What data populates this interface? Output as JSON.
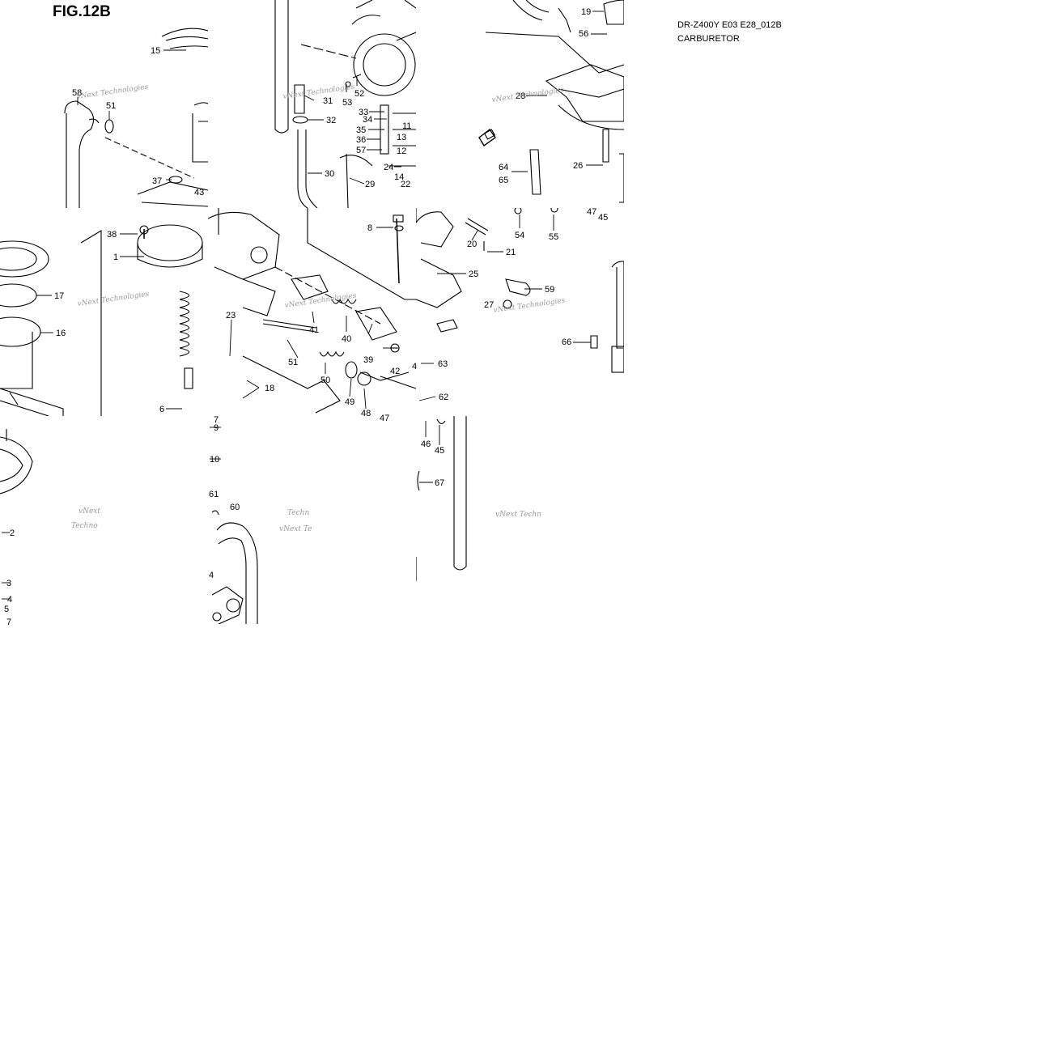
{
  "figure": {
    "title": "FIG.12B",
    "model_code": "DR-Z400Y E03 E28_012B",
    "name": "CARBURETOR"
  },
  "watermark": {
    "text": "vNext Technologies",
    "fragments": [
      "vNext",
      "Techn",
      "vNext Techn",
      "Techno",
      "vNext Te"
    ]
  },
  "labels": [
    "58",
    "51",
    "15",
    "37",
    "43",
    "38",
    "1",
    "17",
    "16",
    "23",
    "18",
    "6",
    "31",
    "32",
    "30",
    "29",
    "52",
    "53",
    "33",
    "34",
    "35",
    "36",
    "57",
    "24",
    "11",
    "13",
    "12",
    "14",
    "22",
    "8",
    "41",
    "40",
    "39",
    "42",
    "51",
    "50",
    "49",
    "48",
    "47",
    "4",
    "63",
    "62",
    "46",
    "45",
    "9",
    "10",
    "61",
    "60",
    "4",
    "19",
    "56",
    "28",
    "64",
    "65",
    "26",
    "54",
    "55",
    "47",
    "45",
    "20",
    "21",
    "25",
    "59",
    "27",
    "66",
    "67",
    "2",
    "3",
    "4",
    "5",
    "7",
    "7"
  ],
  "colors": {
    "line": "#000000",
    "background": "#ffffff",
    "watermark": "#9a9a9a"
  }
}
